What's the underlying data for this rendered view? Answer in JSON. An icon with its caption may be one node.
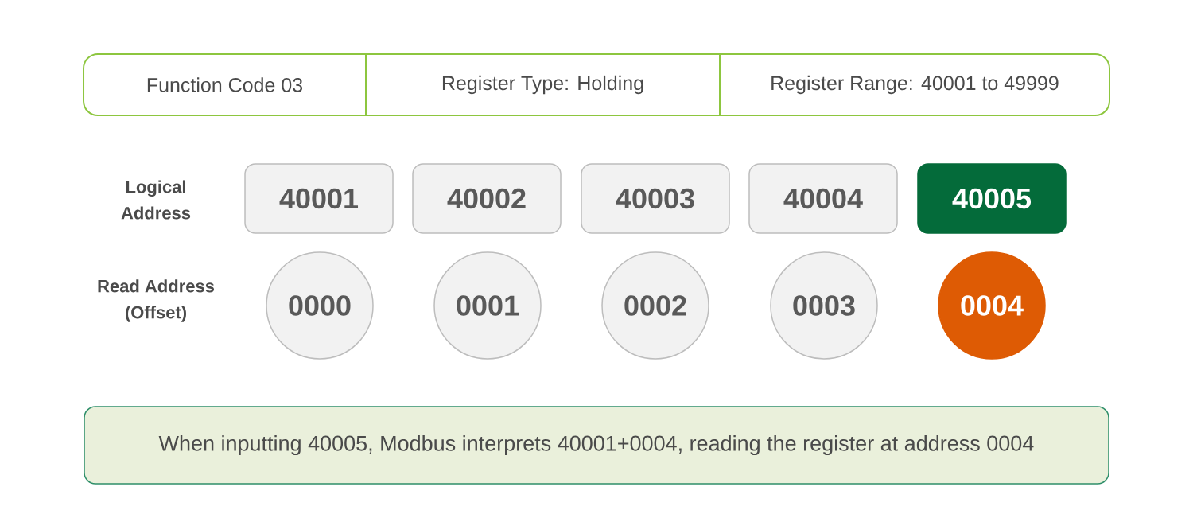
{
  "diagram": {
    "nodes": [
      {
        "text": [],
        "shape": "box"
      },
      {
        "text": [
          "Function Code 03"
        ],
        "in": 0
      },
      {
        "text": [
          "Register Type: Holding"
        ],
        "in": 0
      },
      {
        "text": [
          "Register Range: 40001 to 49999"
        ],
        "in": 0
      },
      {
        "text": [
          "40001"
        ]
      },
      {
        "text": [
          "40002"
        ]
      },
      {
        "text": [
          "40003"
        ]
      },
      {
        "text": [
          "40004"
        ]
      },
      {
        "text": [
          "40005"
        ]
      },
      {
        "text": [
          "0000"
        ]
      },
      {
        "text": [
          "0001"
        ]
      },
      {
        "text": [
          "0002"
        ]
      },
      {
        "text": [
          "0003"
        ]
      },
      {
        "text": [
          "0004"
        ]
      },
      {
        "text": [
          "When inputting 40005, Modbus interprets 40001+0004, reading the register at address 0004"
        ]
      }
    ],
    "labels": [
      "Logical Address",
      "Read Address (Offset)"
    ]
  }
}
